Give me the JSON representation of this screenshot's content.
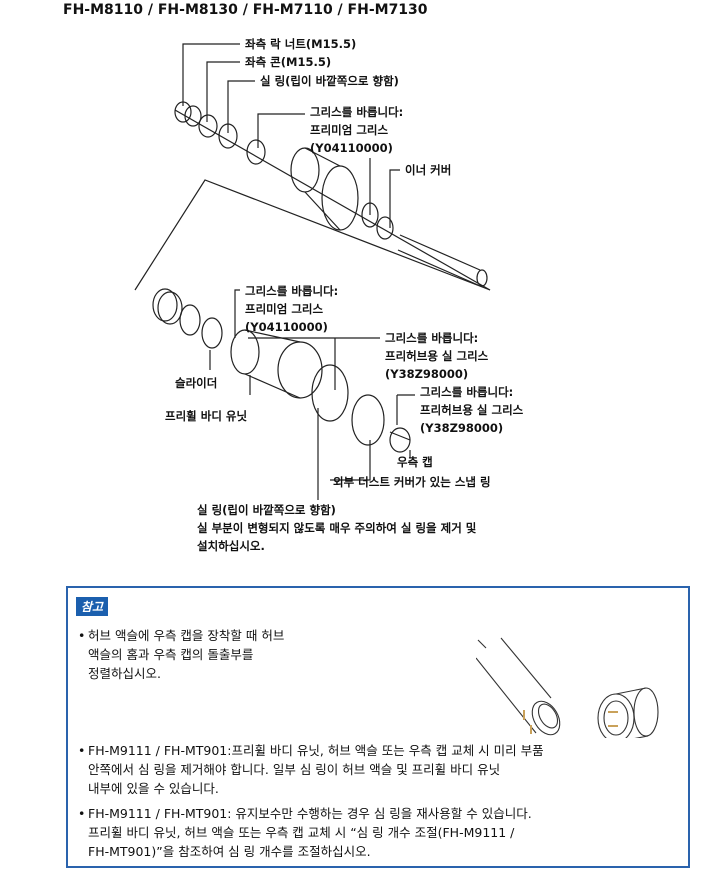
{
  "title": "FH-M8110 / FH-M8130 / FH-M7110 / FH-M7130",
  "labels": {
    "left_lock_nut": "좌측 락 너트(M15.5)",
    "left_cone": "좌측 콘(M15.5)",
    "seal_ring_top": "실 링(립이 바깥쪽으로 향함)",
    "grease1": [
      "그리스를 바릅니다:",
      "프리미엄 그리스",
      "(Y04110000)"
    ],
    "inner_cover": "이너 커버",
    "grease2": [
      "그리스를 바릅니다:",
      "프리미엄 그리스",
      "(Y04110000)"
    ],
    "grease3": [
      "그리스를 바릅니다:",
      "프리허브용 실 그리스",
      "(Y38Z98000)"
    ],
    "slider": "슬라이더",
    "freewheel_body": "프리휠 바디 유닛",
    "grease4": [
      "그리스를 바릅니다:",
      "프리허브용 실 그리스",
      "(Y38Z98000)"
    ],
    "right_cap": "우측 캡",
    "snap_ring": "외부 더스트 커버가 있는 스냅 링",
    "seal_ring_bottom": [
      "실 링(립이 바깥쪽으로 향함)",
      "실 부분이 변형되지 않도록 매우 주의하여 실 링을 제거 및",
      "설치하십시오."
    ]
  },
  "note": {
    "badge": "참고",
    "bullet": "•",
    "items": [
      [
        "허브 액슬에 우측 캡을 장착할 때 허브",
        "액슬의 홈과 우측 캡의 돌출부를",
        "정렬하십시오."
      ],
      [
        "FH-M9111 / FH-MT901:프리휠 바디 유닛, 허브 액슬 또는 우측 캡 교체 시 미리 부품",
        "안쪽에서 심 링을 제거해야 합니다. 일부 심 링이 허브 액슬 및 프리휠 바디 유닛",
        "내부에 있을 수 있습니다."
      ],
      [
        "FH-M9111 / FH-MT901: 유지보수만 수행하는 경우 심 링을 재사용할 수 있습니다.",
        "프리휠 바디 유닛, 허브 액슬 또는 우측 캡 교체 시 “심 링 개수 조절(FH-M9111 /",
        "FH-MT901)”을 참조하여 심 링 개수를 조절하십시오."
      ]
    ]
  },
  "colors": {
    "accent": "#1b5fae"
  }
}
